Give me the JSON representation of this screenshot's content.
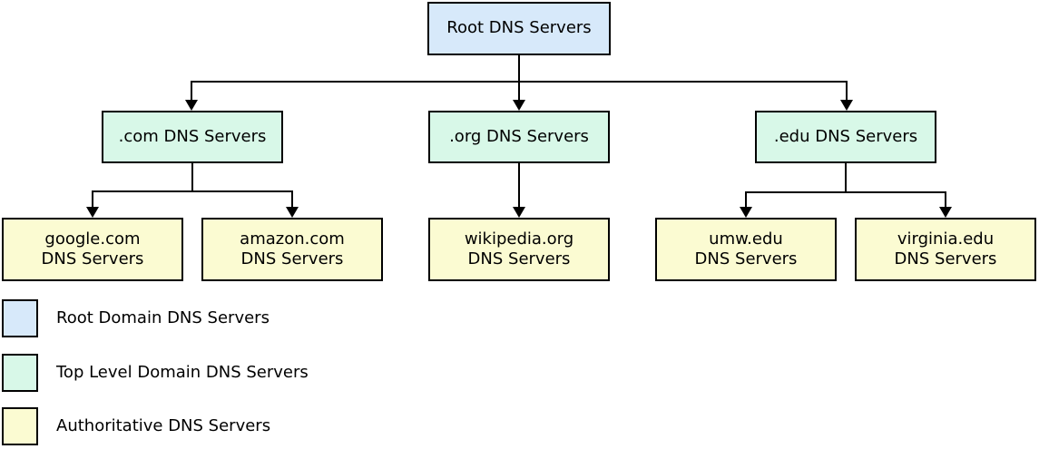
{
  "diagram": {
    "nodes": {
      "root": {
        "label": "Root DNS Servers"
      },
      "tld": [
        {
          "id": "com",
          "label": ".com DNS Servers"
        },
        {
          "id": "org",
          "label": ".org DNS Servers"
        },
        {
          "id": "edu",
          "label": ".edu DNS Servers"
        }
      ],
      "authoritative": [
        {
          "id": "google",
          "line1": "google.com",
          "line2": "DNS Servers"
        },
        {
          "id": "amazon",
          "line1": "amazon.com",
          "line2": "DNS Servers"
        },
        {
          "id": "wikipedia",
          "line1": "wikipedia.org",
          "line2": "DNS Servers"
        },
        {
          "id": "umw",
          "line1": "umw.edu",
          "line2": "DNS Servers"
        },
        {
          "id": "virginia",
          "line1": "virginia.edu",
          "line2": "DNS Servers"
        }
      ]
    },
    "edges": [
      {
        "from": "Root DNS Servers",
        "to": ".com DNS Servers"
      },
      {
        "from": "Root DNS Servers",
        "to": ".org DNS Servers"
      },
      {
        "from": "Root DNS Servers",
        "to": ".edu DNS Servers"
      },
      {
        "from": ".com DNS Servers",
        "to": "google.com DNS Servers"
      },
      {
        "from": ".com DNS Servers",
        "to": "amazon.com DNS Servers"
      },
      {
        "from": ".org DNS Servers",
        "to": "wikipedia.org DNS Servers"
      },
      {
        "from": ".edu DNS Servers",
        "to": "umw.edu DNS Servers"
      },
      {
        "from": ".edu DNS Servers",
        "to": "virginia.edu DNS Servers"
      }
    ],
    "colors": {
      "root_fill": "#d7e9fa",
      "tld_fill": "#d8f8e8",
      "authoritative_fill": "#fbfbd2",
      "border": "#000000",
      "connector": "#000000",
      "background": "#ffffff"
    },
    "legend": [
      {
        "id": "root",
        "color": "#d7e9fa",
        "label": "Root Domain DNS Servers"
      },
      {
        "id": "tld",
        "color": "#d8f8e8",
        "label": "Top Level Domain DNS Servers"
      },
      {
        "id": "authoritative",
        "color": "#fbfbd2",
        "label": "Authoritative DNS Servers"
      }
    ]
  }
}
